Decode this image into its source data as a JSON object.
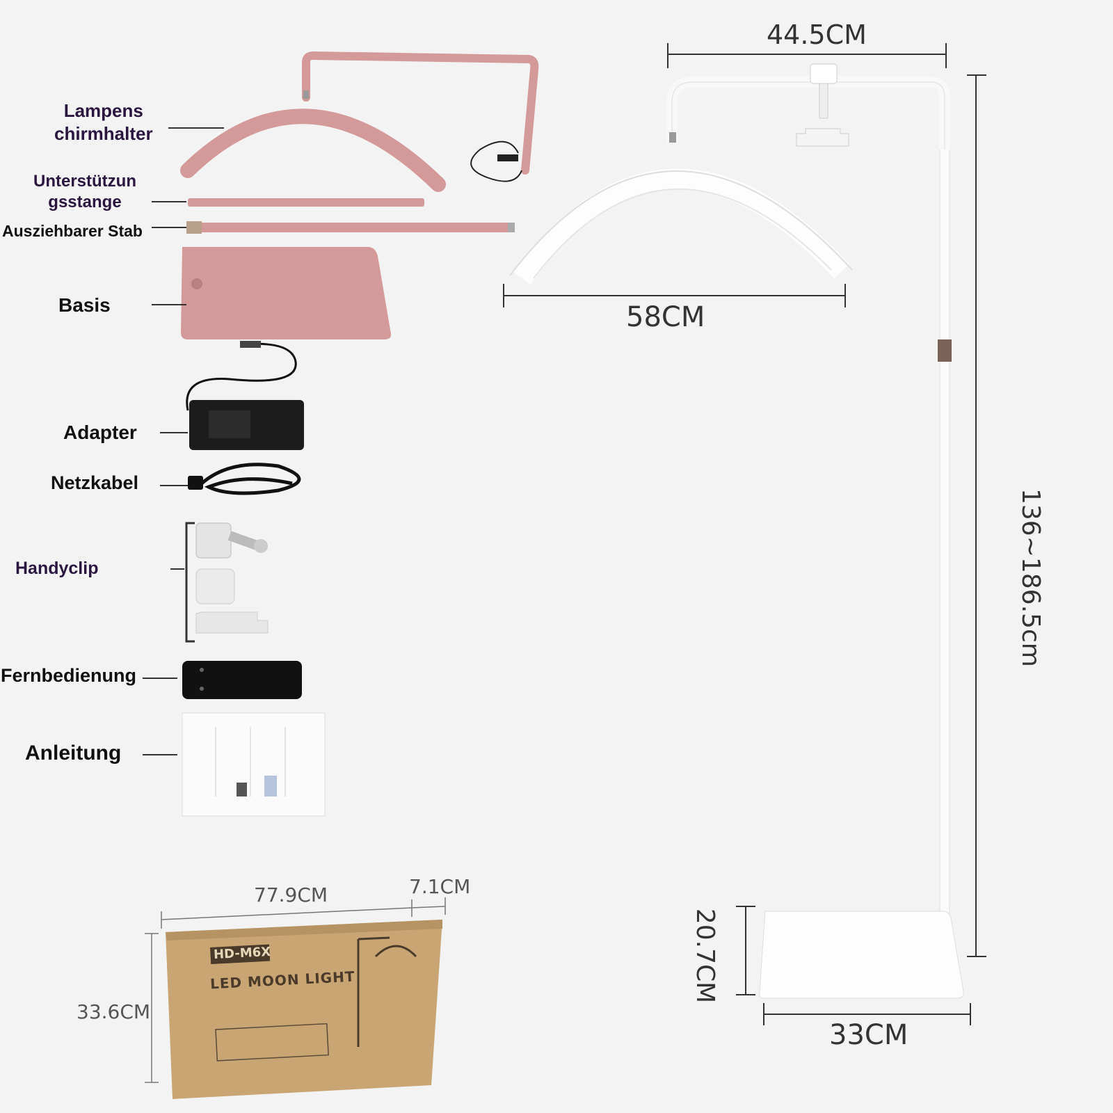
{
  "parts": {
    "lamp_holder": "Lampens\nchirmhalter",
    "support_rod": "Unterstützun\ngsstange",
    "extendable_rod": "Ausziehbarer Stab",
    "base": "Basis",
    "adapter": "Adapter",
    "power_cable": "Netzkabel",
    "phone_clip": "Handyclip",
    "remote": "Fernbedienung",
    "manual": "Anleitung"
  },
  "dimensions": {
    "arm_width": "44.5CM",
    "arc_width": "58CM",
    "height": "136~186.5cm",
    "base_height": "20.7CM",
    "base_width": "33CM",
    "box_length": "77.9CM",
    "box_depth": "7.1CM",
    "box_height": "33.6CM"
  },
  "box": {
    "model": "HD-M6X",
    "product": "LED MOON LIGHT"
  },
  "colors": {
    "pink": "#d49a9a",
    "white_product": "#ffffff",
    "cardboard": "#c9a574"
  }
}
